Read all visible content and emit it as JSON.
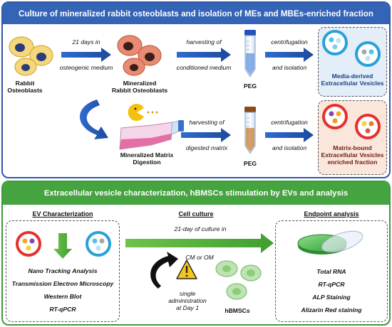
{
  "top_panel": {
    "title": "Culture of mineralized rabbit osteoblasts and isolation of MEs and MBEs-enriched fraction",
    "rabbit_osteoblasts": "Rabbit\nOsteoblasts",
    "arrow1_top": "21 days in",
    "arrow1_bottom": "osteogenic medium",
    "mineralized_osteoblasts": "Mineralized\nRabbit Osteoblasts",
    "arrow2_top": "harvesting of",
    "arrow2_bottom": "conditioned medium",
    "peg1": "PEG",
    "arrow3_top": "centrifugation",
    "arrow3_bottom": "and isolation",
    "media_ev": "Media-derived\nExtracellular Vesicles",
    "matrix_digestion": "Mineralized Matrix\nDigestion",
    "arrow4_top": "harvesting of",
    "arrow4_bottom": "digested matrix",
    "peg2": "PEG",
    "arrow5_top": "centrifugation",
    "arrow5_bottom": "and isolation",
    "matrix_ev": "Matrix-bound\nExtracellular Vesicles\nenriched fraction"
  },
  "bottom_panel": {
    "title": "Extracellular vesicle characterization, hBMSCs stimulation by EVs and analysis",
    "ev_char_title": "EV Characterization",
    "ev_char_items": [
      "Nano Tracking Analysis",
      "Transmission Electron Microscopy",
      "Western Blot",
      "RT-qPCR"
    ],
    "cell_culture_title": "Cell culture",
    "culture_top": "21-day of culture in",
    "culture_bottom": "CM or OM",
    "warning_text": "single\nadministration\nat Day 1",
    "hbmscs": "hBMSCs",
    "endpoint_title": "Endpoint analysis",
    "endpoint_items": [
      "Total RNA",
      "RT-qPCR",
      "ALP Staining",
      "Alizarin Red staining"
    ]
  },
  "colors": {
    "top_border": "#2f57a8",
    "top_header": "#3464b6",
    "bottom_border": "#3f9a3a",
    "bottom_header": "#45a340",
    "media_box": "#e3eef8",
    "matrix_box": "#fbe6dc"
  }
}
